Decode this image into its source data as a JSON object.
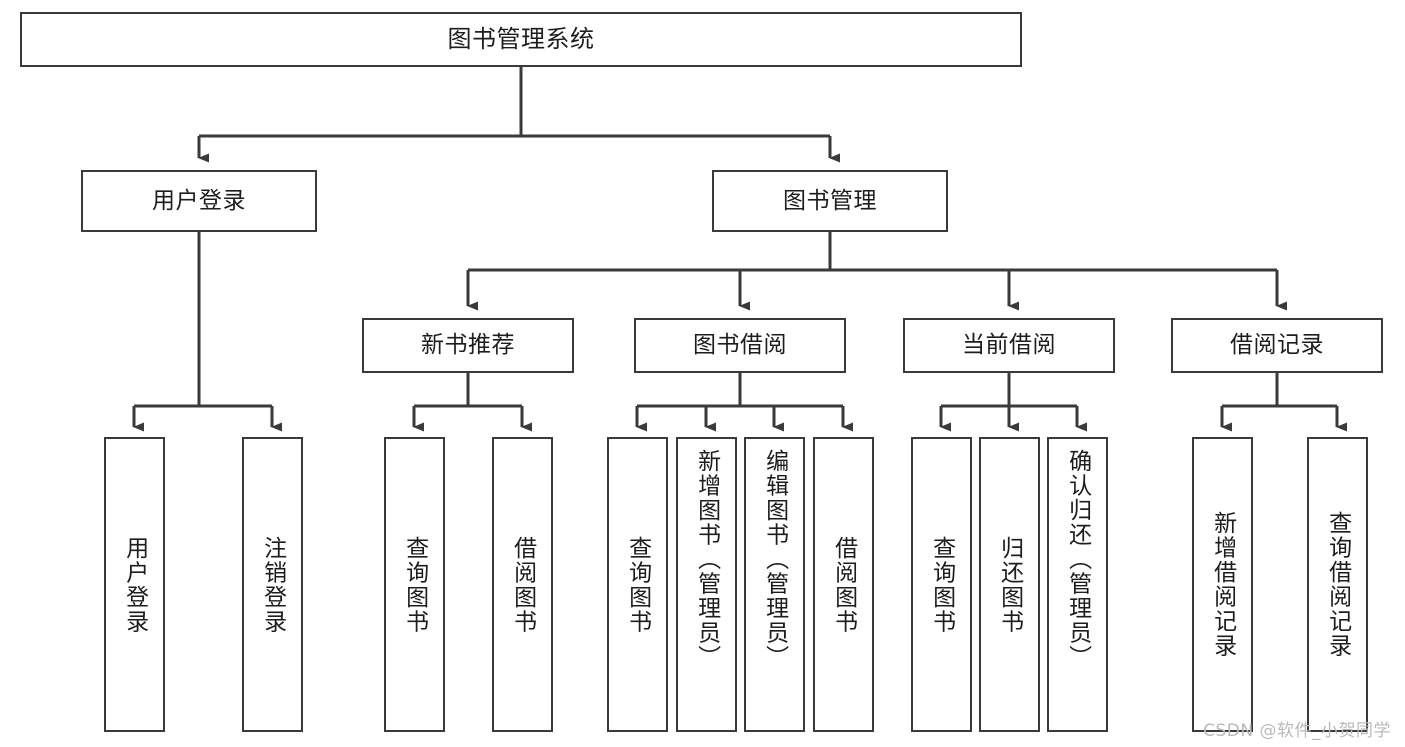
{
  "diagram": {
    "title": "图书管理系统",
    "type": "hierarchy-tree",
    "root": {
      "label": "图书管理系统"
    },
    "level2": [
      {
        "label": "用户登录"
      },
      {
        "label": "图书管理"
      }
    ],
    "level3": [
      {
        "label": "新书推荐"
      },
      {
        "label": "图书借阅"
      },
      {
        "label": "当前借阅"
      },
      {
        "label": "借阅记录"
      }
    ],
    "leaves": {
      "user_login": [
        {
          "label": "用户登录"
        },
        {
          "label": "注销登录"
        }
      ],
      "new_book_recommend": [
        {
          "label": "查询图书"
        },
        {
          "label": "借阅图书"
        }
      ],
      "book_borrow": [
        {
          "label": "查询图书"
        },
        {
          "label": "新增图书（管理员）"
        },
        {
          "label": "编辑图书（管理员）"
        },
        {
          "label": "借阅图书"
        }
      ],
      "current_borrow": [
        {
          "label": "查询图书"
        },
        {
          "label": "归还图书"
        },
        {
          "label": "确认归还（管理员）"
        }
      ],
      "borrow_record": [
        {
          "label": "新增借阅记录"
        },
        {
          "label": "查询借阅记录"
        }
      ]
    }
  },
  "watermark": {
    "text": "CSDN @软件_小贺同学"
  },
  "colors": {
    "border": "#3a3a3a",
    "background": "#ffffff",
    "text": "#1d1d1d",
    "watermark": "#b9b9b9"
  }
}
